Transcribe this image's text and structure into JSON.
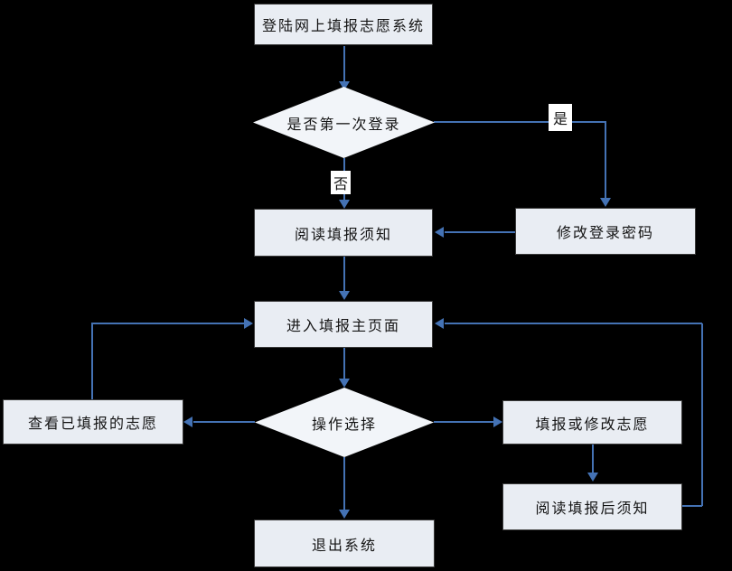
{
  "diagram": {
    "type": "flowchart",
    "nodes": {
      "login": {
        "label": "登陆网上填报志愿系统",
        "shape": "rectangle"
      },
      "first_login": {
        "label": "是否第一次登录",
        "shape": "diamond"
      },
      "change_password": {
        "label": "修改登录密码",
        "shape": "rectangle"
      },
      "read_instructions": {
        "label": "阅读填报须知",
        "shape": "rectangle"
      },
      "main_page": {
        "label": "进入填报主页面",
        "shape": "rectangle"
      },
      "operation_select": {
        "label": "操作选择",
        "shape": "diamond"
      },
      "view_submitted": {
        "label": "查看已填报的志愿",
        "shape": "rectangle"
      },
      "fill_modify": {
        "label": "填报或修改志愿",
        "shape": "rectangle"
      },
      "read_after": {
        "label": "阅读填报后须知",
        "shape": "rectangle"
      },
      "exit": {
        "label": "退出系统",
        "shape": "rectangle"
      }
    },
    "edge_labels": {
      "yes": "是",
      "no": "否"
    },
    "edges": [
      "login -> first_login",
      "first_login -(是)-> change_password",
      "first_login -(否)-> read_instructions",
      "change_password -> read_instructions",
      "read_instructions -> main_page",
      "main_page -> operation_select",
      "operation_select -> view_submitted",
      "operation_select -> fill_modify",
      "operation_select -> exit",
      "view_submitted -> main_page",
      "fill_modify -> read_after",
      "read_after -> main_page"
    ],
    "colors": {
      "background": "#000000",
      "box_fill": "#e9edf3",
      "diamond_fill": "#f2f5f9",
      "box_border": "#3a3a3a",
      "arrow": "#4472b4",
      "label_bg": "#ffffff",
      "text": "#141414"
    }
  }
}
